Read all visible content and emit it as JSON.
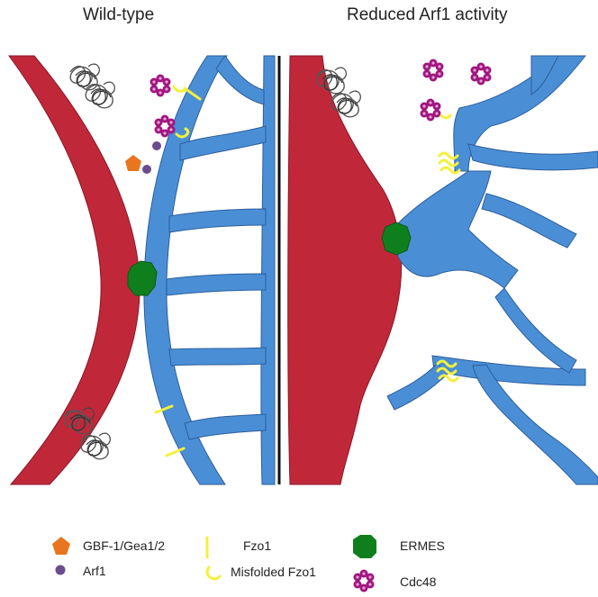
{
  "panels": {
    "left_title": "Wild-type",
    "right_title": "Reduced Arf1 activity"
  },
  "legend": {
    "gbf": "GBF-1/Gea1/2",
    "arf1": "Arf1",
    "fzo1": "Fzo1",
    "misfolded_fzo1": "Misfolded Fzo1",
    "ermes": "ERMES",
    "cdc48": "Cdc48"
  },
  "colors": {
    "er_red": "#c0283a",
    "mito_blue": "#4a8fd6",
    "ermes_green": "#0f7f1e",
    "cdc48_magenta": "#a0167f",
    "fzo1_yellow": "#f5f03a",
    "gbf_orange": "#e8761e",
    "arf1_purple": "#6b4d8d"
  }
}
